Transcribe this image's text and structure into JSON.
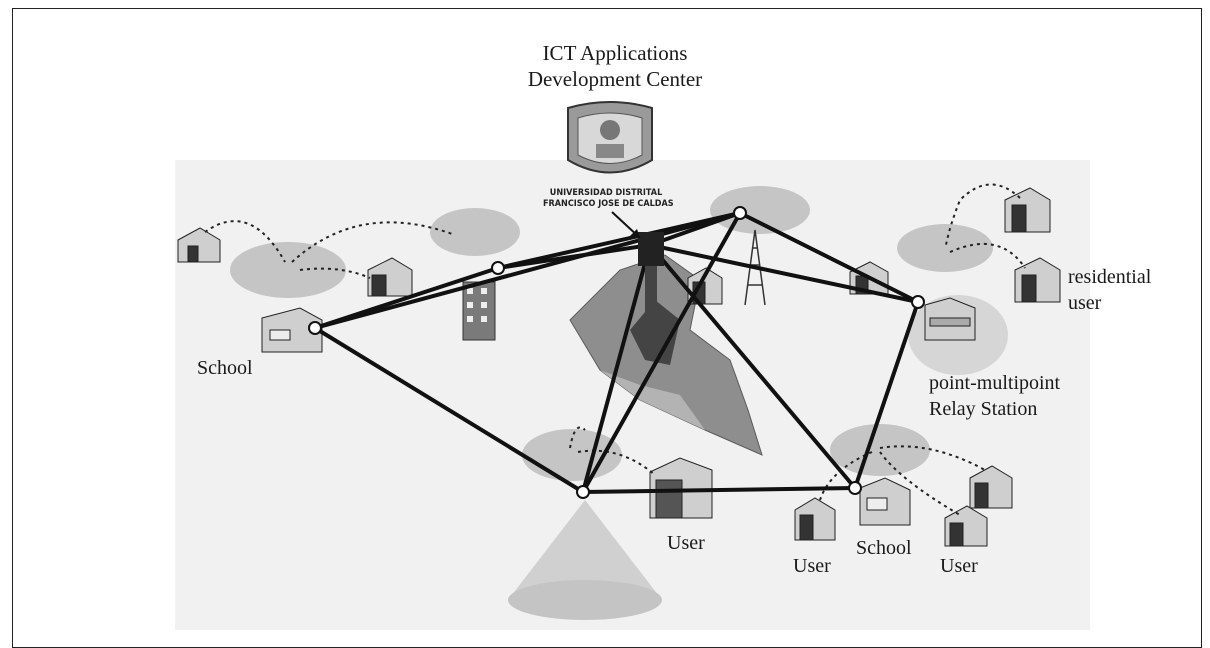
{
  "diagram": {
    "title_line1": "ICT Applications",
    "title_line2": "Development Center",
    "logo": {
      "line1": "UNIVERSIDAD DISTRITAL",
      "line2": "FRANCISCO JOSE DE CALDAS"
    },
    "labels": {
      "school_left": "School",
      "residential_line1": "residential",
      "residential_line2": "user",
      "relay_line1": "point-multipoint",
      "relay_line2": "Relay Station",
      "user_center": "User",
      "user_bottom_left": "User",
      "school_bottom": "School",
      "user_bottom_right": "User"
    },
    "colors": {
      "link": "#111111",
      "coverage": "#b8b8b8",
      "terrain": "#9a9a9a",
      "house": "#cfcfcf"
    }
  }
}
